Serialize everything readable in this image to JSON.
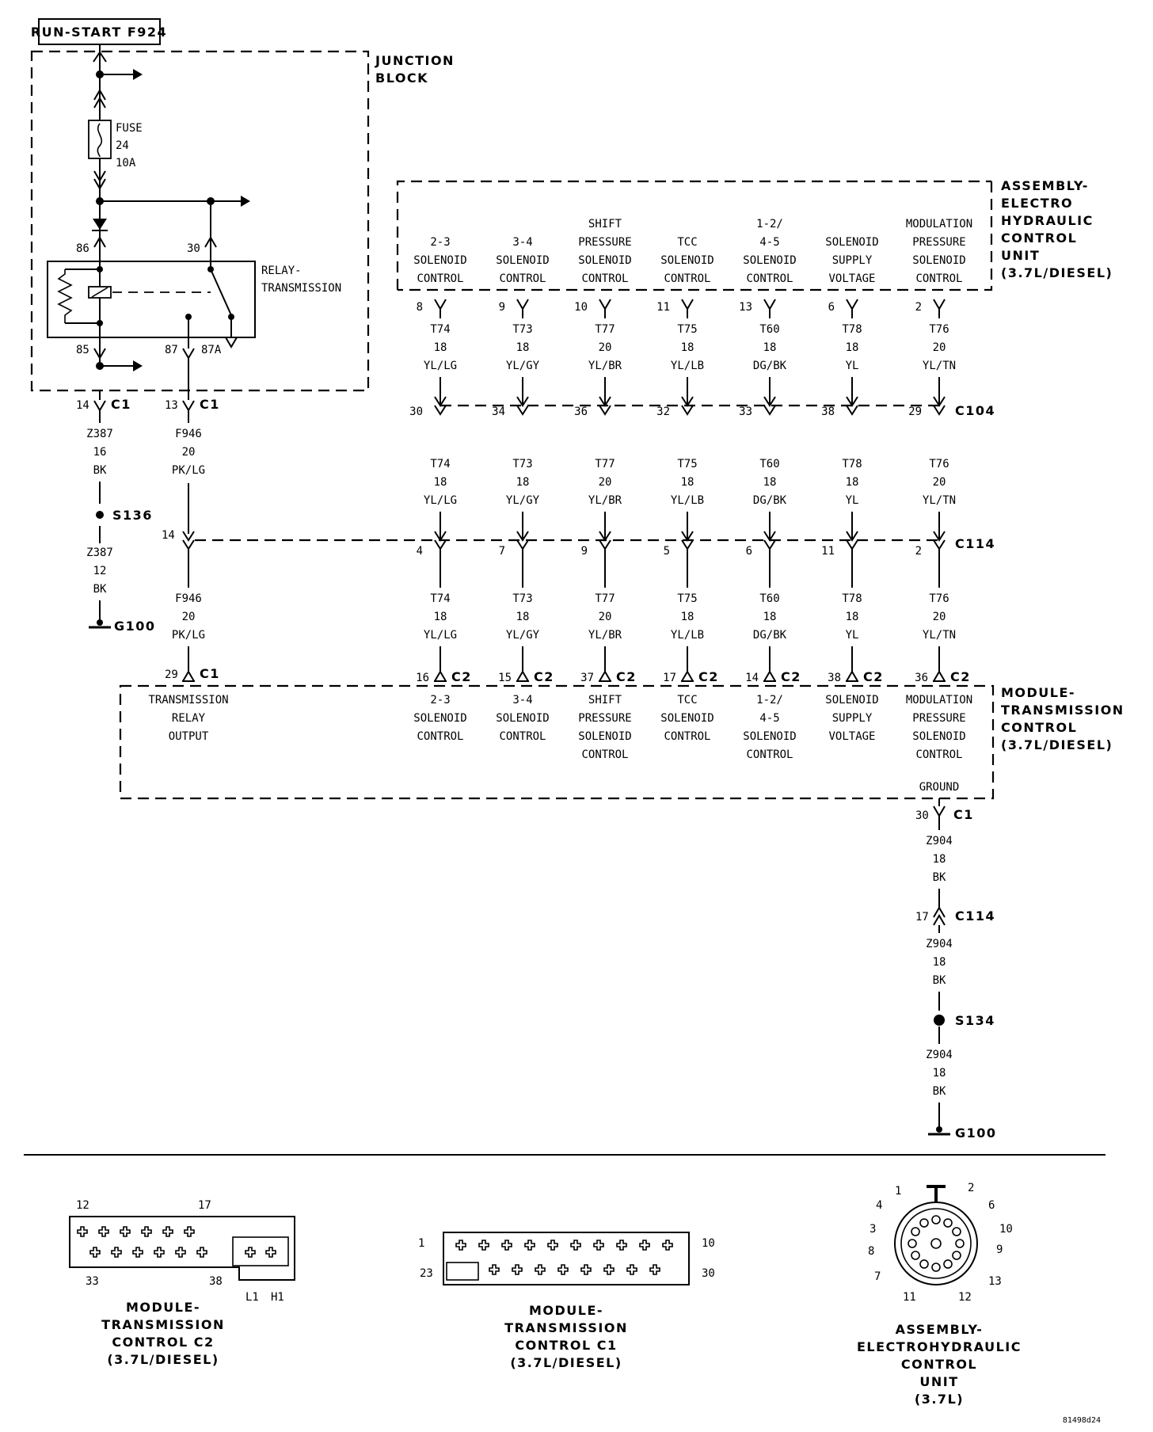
{
  "header_box": "RUN-START F924",
  "junction_block": [
    "JUNCTION",
    "BLOCK"
  ],
  "fuse": [
    "FUSE",
    "24",
    "10A"
  ],
  "relay_label": [
    "RELAY-",
    "TRANSMISSION"
  ],
  "relay_pins": {
    "p86": "86",
    "p30": "30",
    "p85": "85",
    "p87": "87",
    "p87a": "87A"
  },
  "aehcu_label": [
    "ASSEMBLY-",
    "ELECTRO",
    "HYDRAULIC",
    "CONTROL",
    "UNIT",
    "(3.7L/DIESEL)"
  ],
  "tcm_label": [
    "MODULE-",
    "TRANSMISSION",
    "CONTROL",
    "(3.7L/DIESEL)"
  ],
  "circuits": [
    {
      "top": [
        "2-3",
        "SOLENOID",
        "CONTROL"
      ],
      "pin_top": "8",
      "wire": [
        "T74",
        "18",
        "YL/LG"
      ],
      "p104": "30",
      "p114": "4",
      "pc2": "16",
      "bottom": [
        "2-3",
        "SOLENOID",
        "CONTROL"
      ]
    },
    {
      "top": [
        "3-4",
        "SOLENOID",
        "CONTROL"
      ],
      "pin_top": "9",
      "wire": [
        "T73",
        "18",
        "YL/GY"
      ],
      "p104": "34",
      "p114": "7",
      "pc2": "15",
      "bottom": [
        "3-4",
        "SOLENOID",
        "CONTROL"
      ]
    },
    {
      "top": [
        "SHIFT",
        "PRESSURE",
        "SOLENOID",
        "CONTROL"
      ],
      "pin_top": "10",
      "wire": [
        "T77",
        "20",
        "YL/BR"
      ],
      "p104": "36",
      "p114": "9",
      "pc2": "37",
      "bottom": [
        "SHIFT",
        "PRESSURE",
        "SOLENOID",
        "CONTROL"
      ]
    },
    {
      "top": [
        "TCC",
        "SOLENOID",
        "CONTROL"
      ],
      "pin_top": "11",
      "wire": [
        "T75",
        "18",
        "YL/LB"
      ],
      "p104": "32",
      "p114": "5",
      "pc2": "17",
      "bottom": [
        "TCC",
        "SOLENOID",
        "CONTROL"
      ]
    },
    {
      "top": [
        "1-2/",
        "4-5",
        "SOLENOID",
        "CONTROL"
      ],
      "pin_top": "13",
      "wire": [
        "T60",
        "18",
        "DG/BK"
      ],
      "p104": "33",
      "p114": "6",
      "pc2": "14",
      "bottom": [
        "1-2/",
        "4-5",
        "SOLENOID",
        "CONTROL"
      ]
    },
    {
      "top": [
        "SOLENOID",
        "SUPPLY",
        "VOLTAGE"
      ],
      "pin_top": "6",
      "wire": [
        "T78",
        "18",
        "YL"
      ],
      "p104": "38",
      "p114": "11",
      "pc2": "38",
      "bottom": [
        "SOLENOID",
        "SUPPLY",
        "VOLTAGE"
      ]
    },
    {
      "top": [
        "MODULATION",
        "PRESSURE",
        "SOLENOID",
        "CONTROL"
      ],
      "pin_top": "2",
      "wire": [
        "T76",
        "20",
        "YL/TN"
      ],
      "p104": "29",
      "p114": "2",
      "pc2": "36",
      "bottom": [
        "MODULATION",
        "PRESSURE",
        "SOLENOID",
        "CONTROL"
      ]
    }
  ],
  "connectors": {
    "c1": "C1",
    "c2": "C2",
    "c104": "C104",
    "c114": "C114"
  },
  "left_ground": {
    "pin": "14",
    "wire1": [
      "Z387",
      "16",
      "BK"
    ],
    "splice": "S136",
    "wire2": [
      "Z387",
      "12",
      "BK"
    ],
    "ground": "G100"
  },
  "relay_output": {
    "pin_top": "13",
    "wire": [
      "F946",
      "20",
      "PK/LG"
    ],
    "pin_c114": "14",
    "pin_bottom": "29",
    "label": [
      "TRANSMISSION",
      "RELAY",
      "OUTPUT"
    ]
  },
  "tcm_ground": {
    "label": "GROUND",
    "pin": "30",
    "wire1": [
      "Z904",
      "18",
      "BK"
    ],
    "pin_c114": "17",
    "wire2": [
      "Z904",
      "18",
      "BK"
    ],
    "splice": "S134",
    "wire3": [
      "Z904",
      "18",
      "BK"
    ],
    "ground": "G100"
  },
  "conn_c2": {
    "caption": [
      "MODULE-",
      "TRANSMISSION",
      "CONTROL C2",
      "(3.7L/DIESEL)"
    ],
    "pins": [
      "12",
      "17",
      "33",
      "38",
      "L1",
      "H1"
    ]
  },
  "conn_c1": {
    "caption": [
      "MODULE-",
      "TRANSMISSION",
      "CONTROL C1",
      "(3.7L/DIESEL)"
    ],
    "pins": [
      "1",
      "10",
      "23",
      "30"
    ]
  },
  "conn_round": {
    "caption": [
      "ASSEMBLY-",
      "ELECTROHYDRAULIC",
      "CONTROL",
      "UNIT",
      "(3.7L)"
    ],
    "pins": [
      "1",
      "2",
      "3",
      "4",
      "6",
      "7",
      "8",
      "9",
      "10",
      "11",
      "12",
      "13"
    ]
  },
  "figure_id": "81498d24"
}
